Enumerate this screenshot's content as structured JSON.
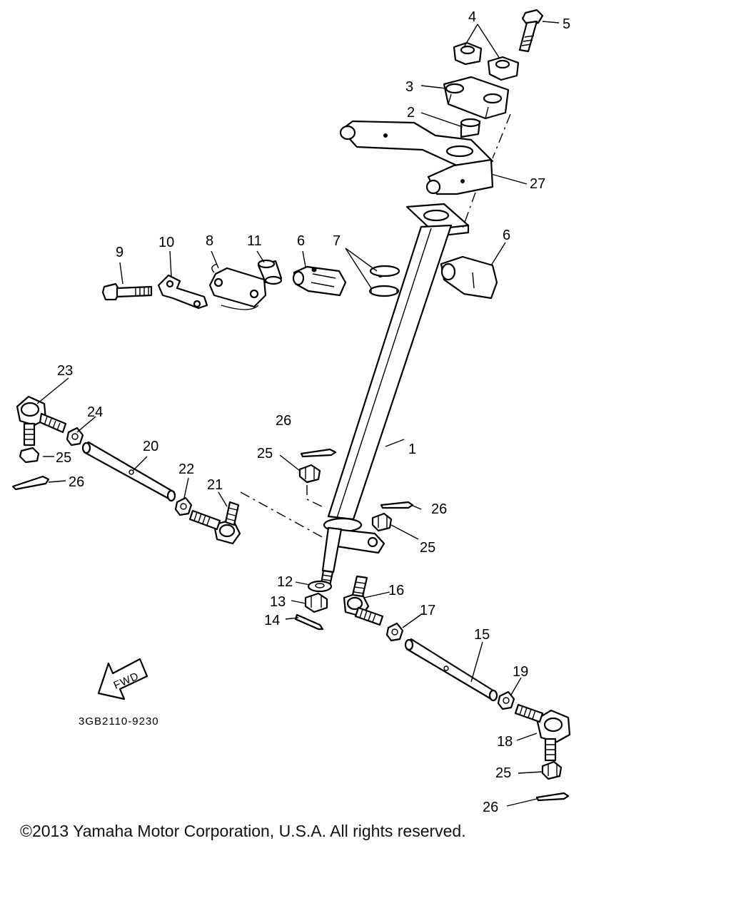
{
  "diagram": {
    "part_code": "3GB2110-9230",
    "fwd_label": "FWD",
    "copyright": "©2013 Yamaha Motor Corporation, U.S.A. All rights reserved.",
    "callouts": {
      "c1": "1",
      "c2": "2",
      "c3": "3",
      "c4": "4",
      "c5": "5",
      "c6a": "6",
      "c6b": "6",
      "c7": "7",
      "c8": "8",
      "c9": "9",
      "c10": "10",
      "c11": "11",
      "c12": "12",
      "c13": "13",
      "c14": "14",
      "c15": "15",
      "c16": "16",
      "c17": "17",
      "c18": "18",
      "c19": "19",
      "c20": "20",
      "c21": "21",
      "c22": "22",
      "c23": "23",
      "c24": "24",
      "c25a": "25",
      "c25b": "25",
      "c25c": "25",
      "c25d": "25",
      "c26a": "26",
      "c26b": "26",
      "c26c": "26",
      "c26d": "26",
      "c27": "27"
    }
  }
}
